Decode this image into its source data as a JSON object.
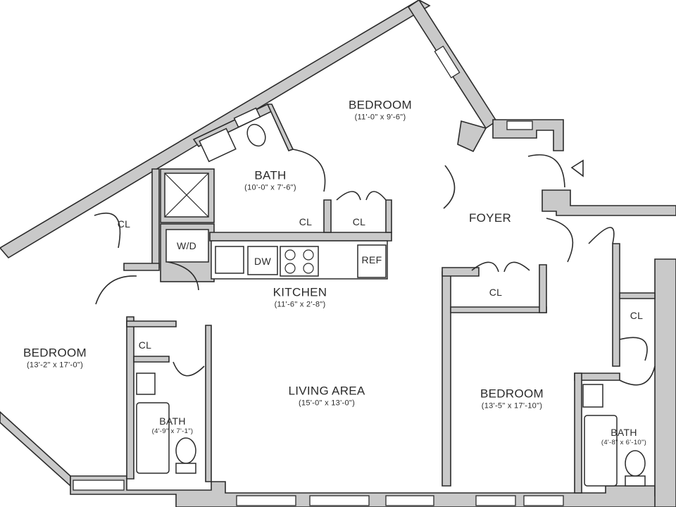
{
  "rooms": {
    "bedroom_top": {
      "name": "BEDROOM",
      "dim": "(11'-0\" x 9'-6\")"
    },
    "bath_top": {
      "name": "BATH",
      "dim": "(10'-0\" x 7'-6\")"
    },
    "foyer": {
      "name": "FOYER"
    },
    "kitchen": {
      "name": "KITCHEN",
      "dim": "(11'-6\" x 2'-8\")"
    },
    "bedroom_left": {
      "name": "BEDROOM",
      "dim": "(13'-2\" x 17'-0\")"
    },
    "living": {
      "name": "LIVING AREA",
      "dim": "(15'-0\" x 13'-0\")"
    },
    "bath_left": {
      "name": "BATH",
      "dim": "(4'-9\" x 7'-1\")"
    },
    "bedroom_right": {
      "name": "BEDROOM",
      "dim": "(13'-5\" x 17'-10\")"
    },
    "bath_right": {
      "name": "BATH",
      "dim": "(4'-8\" x 6'-10\")"
    }
  },
  "closets": {
    "cl_left": "CL",
    "cl_bath_top": "CL",
    "cl_kitchen": "CL",
    "cl_foyer": "CL",
    "cl_right": "CL",
    "cl_bath_left": "CL"
  },
  "fixtures": {
    "washer_dryer": "W/D",
    "dishwasher": "DW",
    "refrigerator": "REF"
  }
}
